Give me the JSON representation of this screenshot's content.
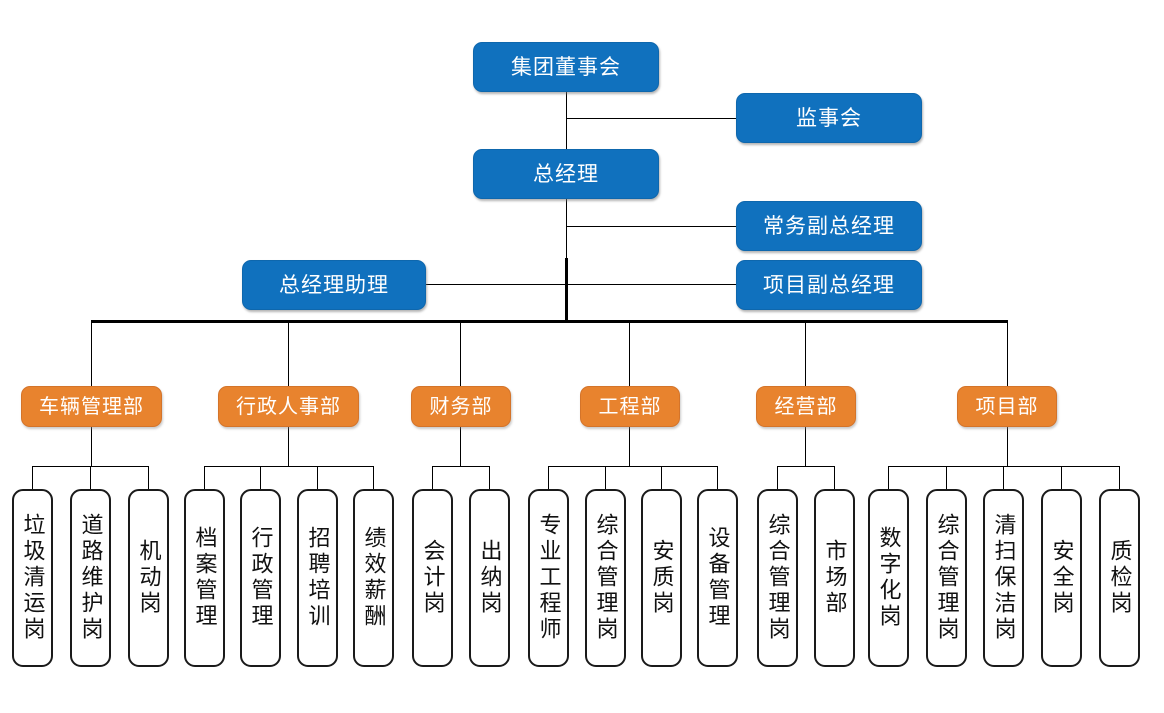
{
  "colors": {
    "executive_blue": "#1071BE",
    "department_orange": "#E8832E",
    "leaf_border": "#1a1a1a",
    "line": "#000000",
    "background": "#ffffff"
  },
  "executive": {
    "board": "集团董事会",
    "supervisory_board": "监事会",
    "general_manager": "总经理",
    "executive_deputy_gm": "常务副总经理",
    "project_deputy_gm": "项目副总经理",
    "gm_assistant": "总经理助理"
  },
  "departments": [
    {
      "name": "车辆管理部",
      "positions": [
        "垃圾清运岗",
        "道路维护岗",
        "机动岗"
      ]
    },
    {
      "name": "行政人事部",
      "positions": [
        "档案管理",
        "行政管理",
        "招聘培训",
        "绩效薪酬"
      ]
    },
    {
      "name": "财务部",
      "positions": [
        "会计岗",
        "出纳岗"
      ]
    },
    {
      "name": "工程部",
      "positions": [
        "专业工程师",
        "综合管理岗",
        "安质岗",
        "设备管理"
      ]
    },
    {
      "name": "经营部",
      "positions": [
        "综合管理岗",
        "市场部"
      ]
    },
    {
      "name": "项目部",
      "positions": [
        "数字化岗",
        "综合管理岗",
        "清扫保洁岗",
        "安全岗",
        "质检岗"
      ]
    }
  ],
  "positions_flat": [
    "垃圾清运岗",
    "道路维护岗",
    "机动岗",
    "档案管理",
    "行政管理",
    "招聘培训",
    "绩效薪酬",
    "会计岗",
    "出纳岗",
    "专业工程师",
    "综合管理岗",
    "安质岗",
    "设备管理",
    "综合管理岗",
    "市场部",
    "数字化岗",
    "综合管理岗",
    "清扫保洁岗",
    "安全岗",
    "质检岗"
  ]
}
